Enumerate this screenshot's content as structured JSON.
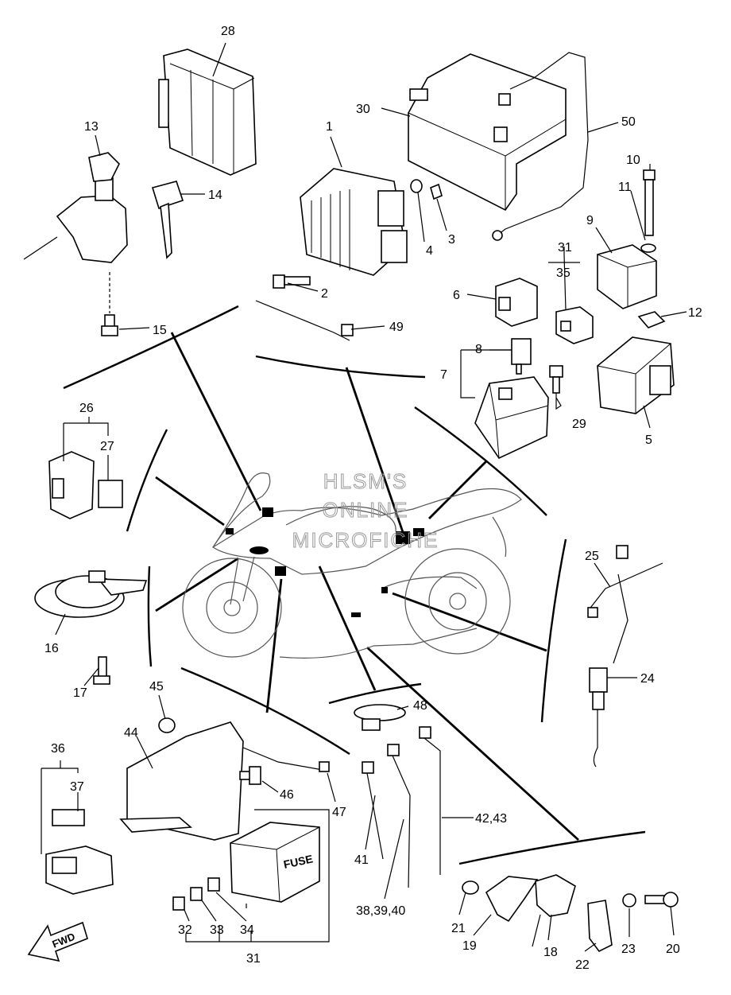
{
  "watermark": {
    "line1": "HLSM'S",
    "line2": "ONLINE",
    "line3": "MICROFICHE"
  },
  "fuse_label": "FUSE",
  "fwd_label": "FWD",
  "callouts": {
    "c1": "1",
    "c2": "2",
    "c3": "3",
    "c4": "4",
    "c5": "5",
    "c6": "6",
    "c7": "7",
    "c8": "8",
    "c9": "9",
    "c10": "10",
    "c11": "11",
    "c12": "12",
    "c13": "13",
    "c14": "14",
    "c15": "15",
    "c16": "16",
    "c17": "17",
    "c18": "18",
    "c19": "19",
    "c20": "20",
    "c21": "21",
    "c22": "22",
    "c23": "23",
    "c24": "24",
    "c25": "25",
    "c26": "26",
    "c27": "27",
    "c28": "28",
    "c29": "29",
    "c30": "30",
    "c31a": "31",
    "c31b": "31",
    "c32": "32",
    "c33": "33",
    "c34": "34",
    "c35": "35",
    "c36": "36",
    "c37": "37",
    "c38": "38,39,40",
    "c41": "41",
    "c42": "42,43",
    "c44": "44",
    "c45": "45",
    "c46": "46",
    "c47": "47",
    "c48": "48",
    "c49": "49",
    "c50": "50"
  }
}
